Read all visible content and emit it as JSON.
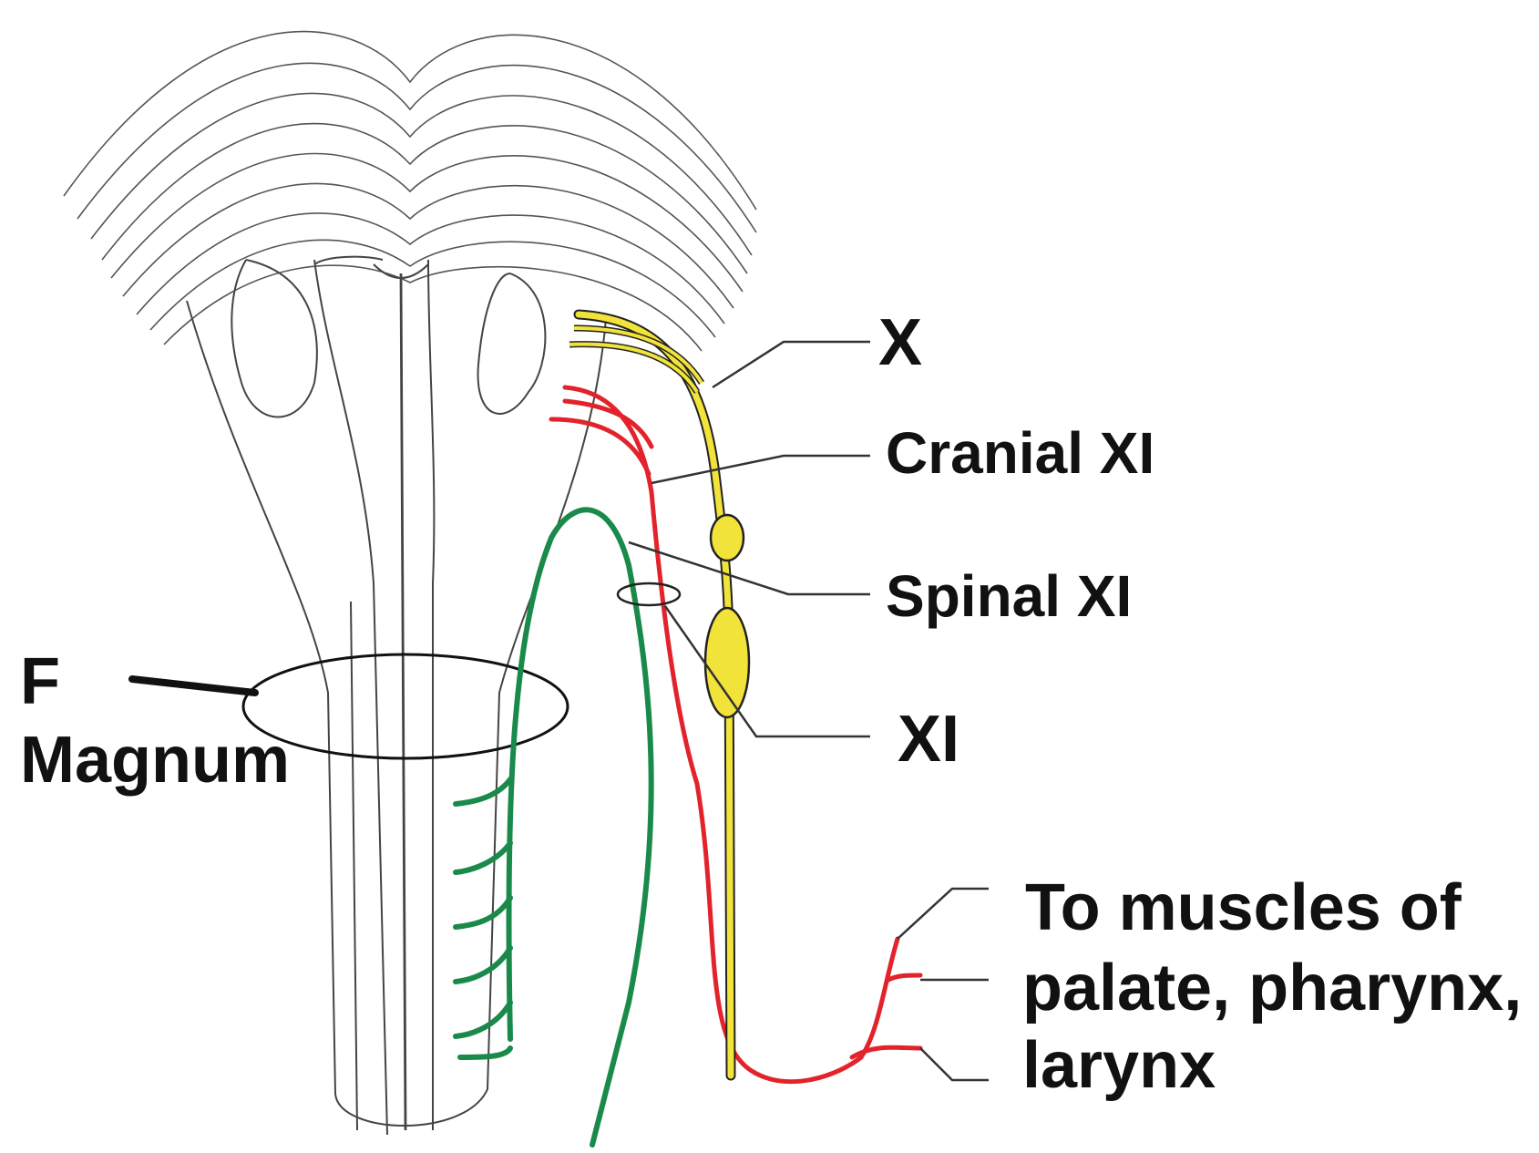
{
  "labels": {
    "x": "X",
    "cranial_xi": "Cranial XI",
    "spinal_xi": "Spinal XI",
    "xi": "XI",
    "muscles_line1": "To muscles of",
    "muscles_line2": "palate, pharynx,",
    "muscles_line3": "larynx",
    "f": "F",
    "magnum": "Magnum"
  },
  "colors": {
    "background": "#ffffff",
    "outline": "#222222",
    "vagus": "#f2e33a",
    "cranial_accessory": "#e3232b",
    "spinal_accessory": "#1a8a4a"
  }
}
